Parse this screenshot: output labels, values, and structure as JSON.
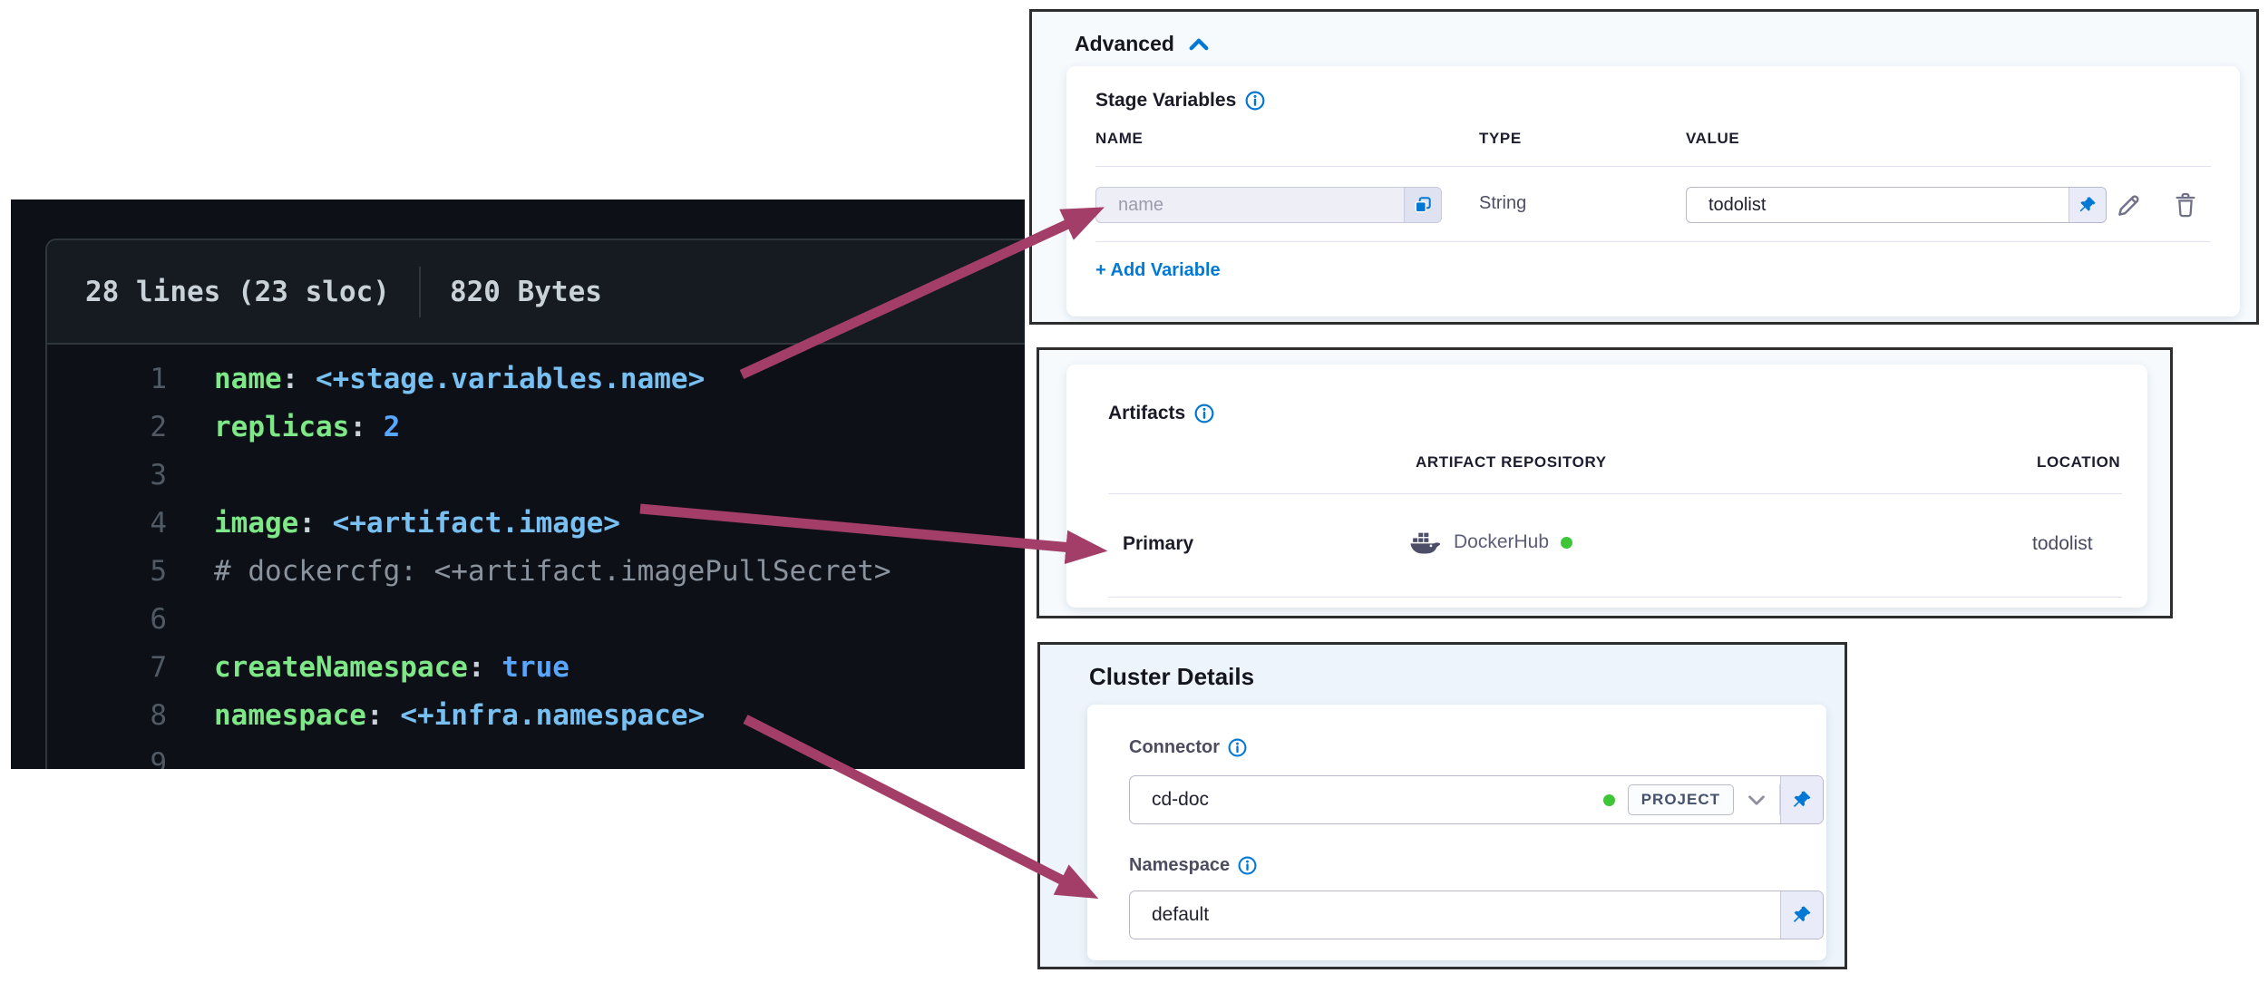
{
  "colors": {
    "accent": "#0278d5",
    "arrow": "#a23e68",
    "status_green": "#3ec636",
    "code_key_green": "#7ee787",
    "code_value_blue": "#79c0f2"
  },
  "code_editor": {
    "meta_lines": "28 lines (23 sloc)",
    "meta_size": "820 Bytes",
    "lines": [
      {
        "num": "1",
        "tokens": [
          {
            "c": "key",
            "t": "name"
          },
          {
            "c": "punct",
            "t": ": "
          },
          {
            "c": "expr",
            "t": "<+stage.variables.name>"
          }
        ]
      },
      {
        "num": "2",
        "tokens": [
          {
            "c": "key",
            "t": "replicas"
          },
          {
            "c": "punct",
            "t": ": "
          },
          {
            "c": "num",
            "t": "2"
          }
        ]
      },
      {
        "num": "3",
        "tokens": []
      },
      {
        "num": "4",
        "tokens": [
          {
            "c": "key",
            "t": "image"
          },
          {
            "c": "punct",
            "t": ": "
          },
          {
            "c": "expr",
            "t": "<+artifact.image>"
          }
        ]
      },
      {
        "num": "5",
        "tokens": [
          {
            "c": "comment",
            "t": "# dockercfg: <+artifact.imagePullSecret>"
          }
        ]
      },
      {
        "num": "6",
        "tokens": []
      },
      {
        "num": "7",
        "tokens": [
          {
            "c": "key",
            "t": "createNamespace"
          },
          {
            "c": "punct",
            "t": ": "
          },
          {
            "c": "bool",
            "t": "true"
          }
        ]
      },
      {
        "num": "8",
        "tokens": [
          {
            "c": "key",
            "t": "namespace"
          },
          {
            "c": "punct",
            "t": ": "
          },
          {
            "c": "expr",
            "t": "<+infra.namespace>"
          }
        ]
      },
      {
        "num": "9",
        "tokens": []
      }
    ]
  },
  "advanced": {
    "title": "Advanced",
    "section_title": "Stage Variables",
    "columns": {
      "name": "NAME",
      "type": "TYPE",
      "value": "VALUE"
    },
    "row": {
      "name_placeholder": "name",
      "type": "String",
      "value": "todolist"
    },
    "add_label": "+ Add Variable"
  },
  "artifacts": {
    "title": "Artifacts",
    "columns": {
      "repository": "ARTIFACT REPOSITORY",
      "location": "LOCATION"
    },
    "row": {
      "label": "Primary",
      "repository": "DockerHub",
      "location": "todolist"
    }
  },
  "cluster": {
    "title": "Cluster Details",
    "connector_label": "Connector",
    "connector_value": "cd-doc",
    "connector_scope": "PROJECT",
    "namespace_label": "Namespace",
    "namespace_value": "default"
  }
}
